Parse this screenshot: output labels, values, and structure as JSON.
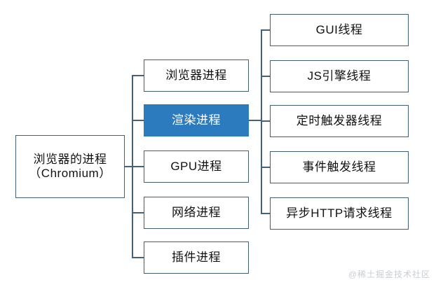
{
  "diagram": {
    "title_text": "浏览器的进程\n（Chromium）",
    "root": {
      "label": "浏览器的进程\n（Chromium）"
    },
    "processes": [
      {
        "label": "浏览器进程",
        "highlighted": false
      },
      {
        "label": "渲染进程",
        "highlighted": true
      },
      {
        "label": "GPU进程",
        "highlighted": false
      },
      {
        "label": "网络进程",
        "highlighted": false
      },
      {
        "label": "插件进程",
        "highlighted": false
      }
    ],
    "threads": [
      {
        "label": "GUI线程"
      },
      {
        "label": "JS引擎线程"
      },
      {
        "label": "定时触发器线程"
      },
      {
        "label": "事件触发线程"
      },
      {
        "label": "异步HTTP请求线程"
      }
    ],
    "watermark": "@稀土掘金技术社区",
    "colors": {
      "highlight_fill": "#2B7BBE",
      "border": "#3f6073",
      "background": "#ffffff",
      "watermark_text": "#c9cdd2"
    }
  }
}
